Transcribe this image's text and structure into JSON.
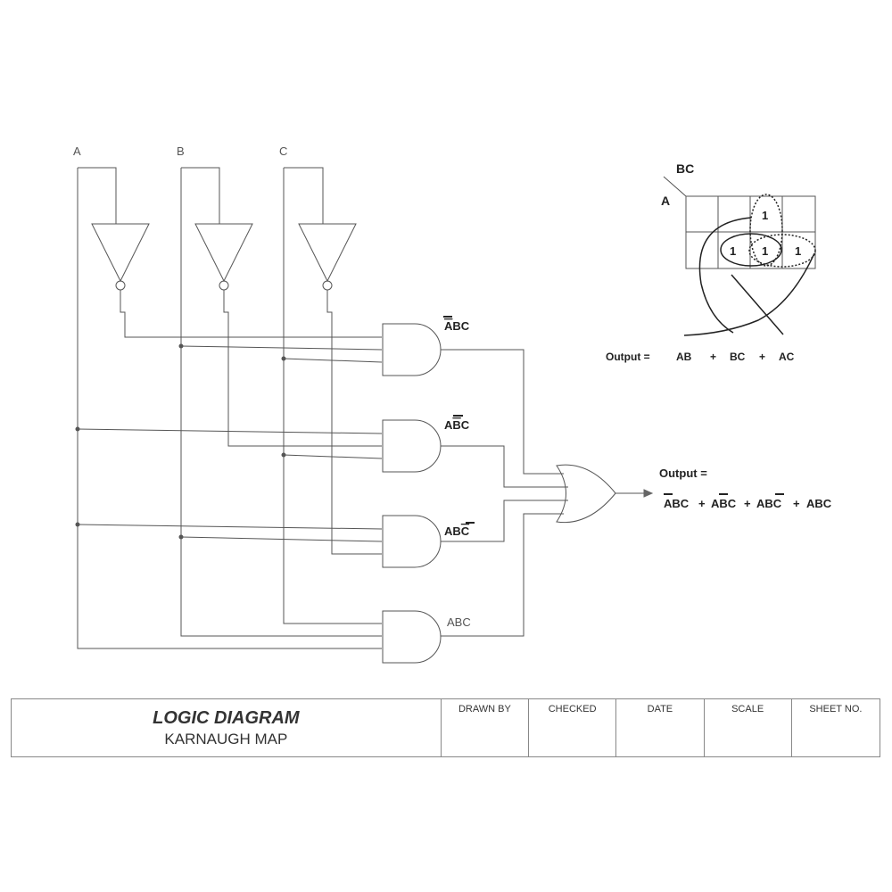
{
  "inputs": {
    "a": "A",
    "b": "B",
    "c": "C"
  },
  "gate_labels": {
    "g1": {
      "pre": "",
      "bar": "A",
      "post": "BC"
    },
    "g2": {
      "pre": "A",
      "bar": "B",
      "post": "C"
    },
    "g3": {
      "pre": "AB",
      "bar": "C",
      "post": ""
    },
    "g4": "ABC"
  },
  "output": {
    "label": "Output =",
    "terms": [
      {
        "pre": "",
        "bar": "A",
        "post": "BC"
      },
      {
        "pre": "A",
        "bar": "B",
        "post": "C"
      },
      {
        "pre": "AB",
        "bar": "C",
        "post": ""
      },
      {
        "pre": "ABC",
        "bar": "",
        "post": ""
      }
    ],
    "plus": "+"
  },
  "kmap": {
    "col_var": "BC",
    "row_var": "A",
    "cells": [
      [
        "",
        "",
        "1",
        ""
      ],
      [
        "",
        "1",
        "1",
        "1"
      ]
    ],
    "output_label": "Output =",
    "terms": [
      "AB",
      "BC",
      "AC"
    ],
    "plus": "+"
  },
  "title_block": {
    "title": "LOGIC DIAGRAM",
    "subtitle": "KARNAUGH MAP",
    "fields": [
      "DRAWN BY",
      "CHECKED",
      "DATE",
      "SCALE",
      "SHEET NO."
    ]
  },
  "colors": {
    "line": "#555555",
    "text": "#333333",
    "arrow": "#666666"
  }
}
